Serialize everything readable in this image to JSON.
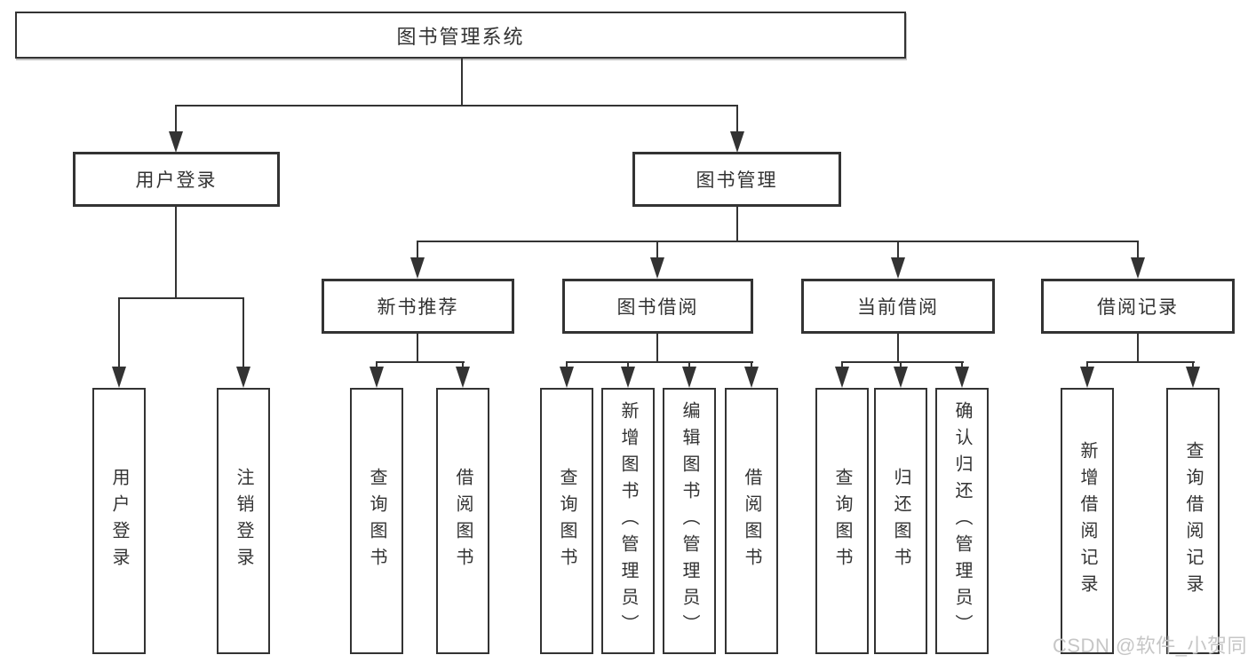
{
  "colors": {
    "line": "#333333",
    "text": "#333333",
    "watermark": "#c6c6c6",
    "background": "#ffffff"
  },
  "diagram": {
    "type": "hierarchy-tree",
    "root": {
      "label": "图书管理系统"
    },
    "level1": [
      {
        "label": "用户登录"
      },
      {
        "label": "图书管理"
      }
    ],
    "level2": [
      {
        "label": "新书推荐",
        "parent": "图书管理"
      },
      {
        "label": "图书借阅",
        "parent": "图书管理"
      },
      {
        "label": "当前借阅",
        "parent": "图书管理"
      },
      {
        "label": "借阅记录",
        "parent": "图书管理"
      }
    ],
    "leaves": [
      {
        "label": "用户登录",
        "parent": "用户登录"
      },
      {
        "label": "注销登录",
        "parent": "用户登录"
      },
      {
        "label": "查询图书",
        "parent": "新书推荐"
      },
      {
        "label": "借阅图书",
        "parent": "新书推荐"
      },
      {
        "label": "查询图书",
        "parent": "图书借阅"
      },
      {
        "label": "新增图书（管理员）",
        "parent": "图书借阅"
      },
      {
        "label": "编辑图书（管理员）",
        "parent": "图书借阅"
      },
      {
        "label": "借阅图书",
        "parent": "图书借阅"
      },
      {
        "label": "查询图书",
        "parent": "当前借阅"
      },
      {
        "label": "归还图书",
        "parent": "当前借阅"
      },
      {
        "label": "确认归还（管理员）",
        "parent": "当前借阅"
      },
      {
        "label": "新增借阅记录",
        "parent": "借阅记录"
      },
      {
        "label": "查询借阅记录",
        "parent": "借阅记录"
      }
    ]
  },
  "watermark": {
    "text": "CSDN @软件_小贺同学"
  }
}
